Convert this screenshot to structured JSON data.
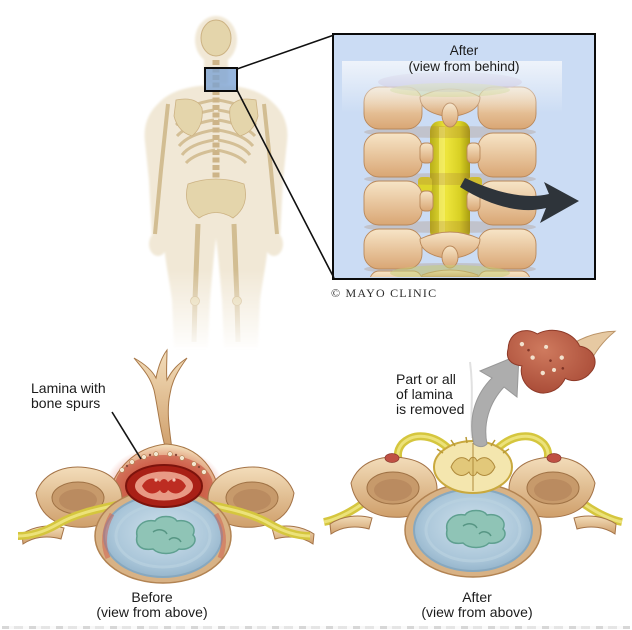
{
  "credit": "© MAYO CLINIC",
  "inset": {
    "title_line1": "After",
    "title_line2": "(view from behind)"
  },
  "before_panel": {
    "label_line1": "Lamina with",
    "label_line2": "bone spurs",
    "caption_title": "Before",
    "caption_sub": "(view from above)"
  },
  "after_panel": {
    "label_line1": "Part or all",
    "label_line2": "of lamina",
    "label_line3": "is removed",
    "caption_title": "After",
    "caption_sub": "(view from above)"
  },
  "colors": {
    "inset-bg": "#cbdcf4",
    "neck-box-fill": "#7aa2d4",
    "outline": "#101010",
    "bone": "#e2bd92",
    "bone-shadow": "#b98a58",
    "inflamed-red": "#c23b2e",
    "canal-red": "#a92016",
    "cord-pink": "#e89a85",
    "dural-sac-yellow": "#f2e3a8",
    "nerve-yellow": "#d5c63e",
    "disc-blue": "#a9c6da",
    "nucleus-teal": "#8fc4b6",
    "black-arrow": "#2e343a",
    "gray-arrow": "#ababab",
    "text": "#1b1b1b"
  }
}
